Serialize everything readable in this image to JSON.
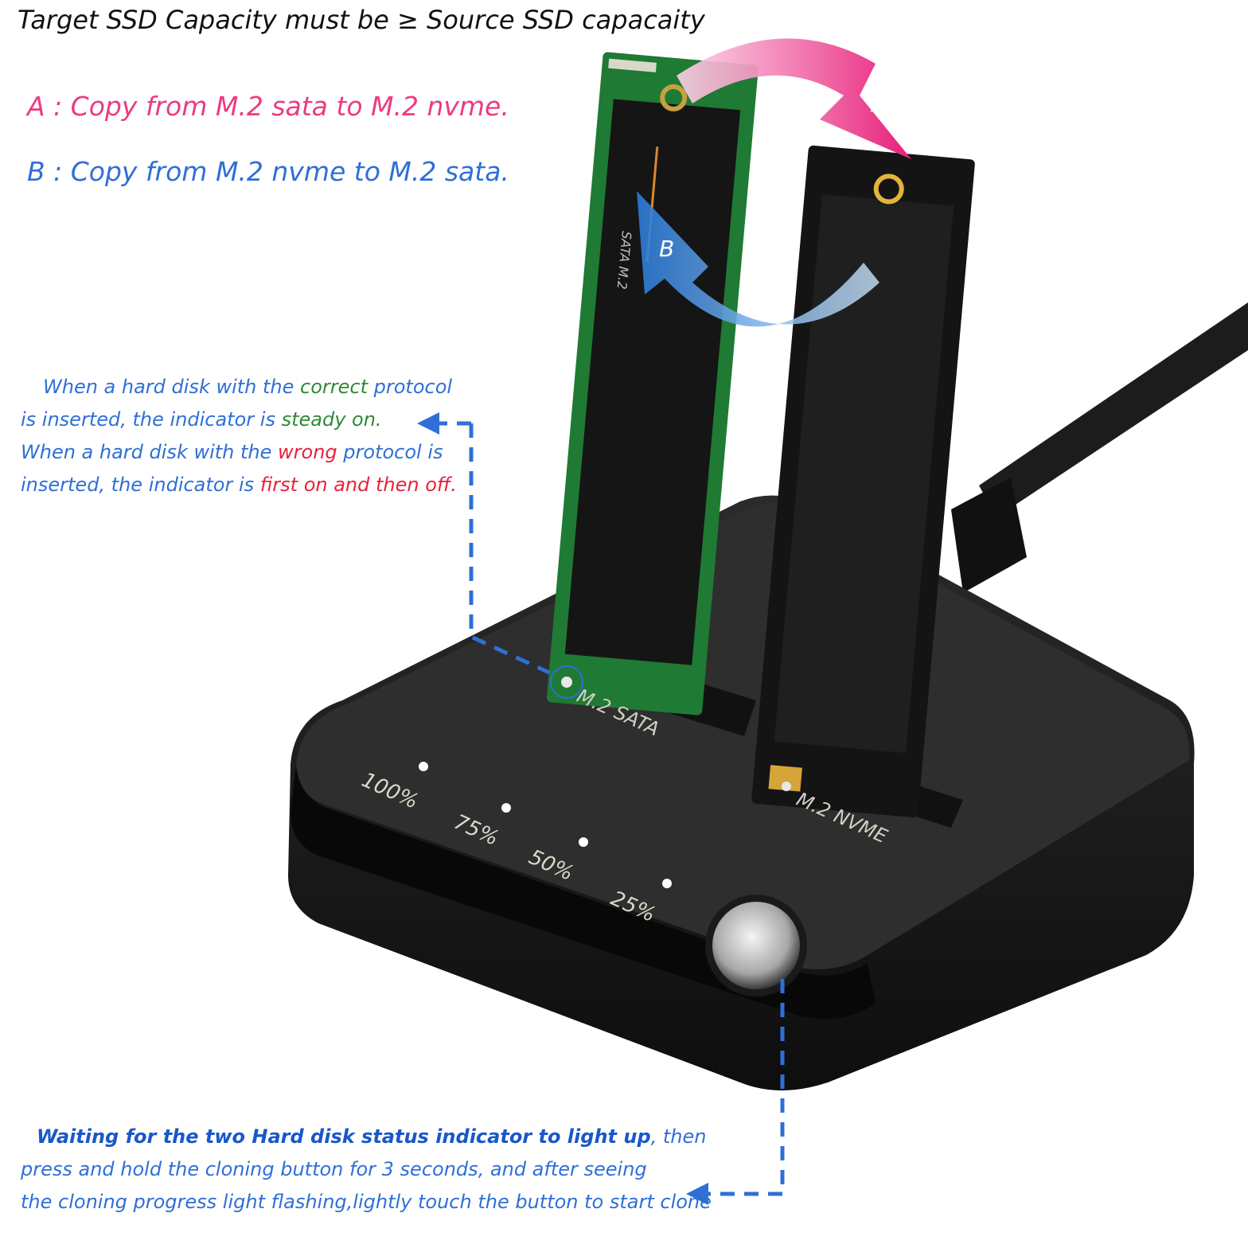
{
  "title": "Target SSD Capacity must be ≥ Source SSD capacaity",
  "modes": {
    "a": {
      "letter": "A",
      "text": "A : Copy from M.2 sata to M.2 nvme."
    },
    "b": {
      "letter": "B",
      "text": "B : Copy from M.2 nvme to M.2 sata."
    }
  },
  "indicator_note": {
    "p1": "When a hard disk with the ",
    "p1_hl": "correct",
    "p2": " protocol",
    "p3": "is inserted, the indicator is ",
    "p3_hl": "steady on.",
    "p4": "When a hard disk with the ",
    "p4_hl": "wrong",
    "p5": " protocol is",
    "p6": "inserted, the indicator is ",
    "p6_hl": "first on and then off."
  },
  "clone_note": {
    "p1_strong": "Waiting for the two Hard disk status indicator to light up",
    "p1_rest": ", then",
    "p2": "press and hold the cloning button for 3 seconds, and after seeing",
    "p3": "the cloning progress light flashing,lightly touch the button to start clone"
  },
  "device": {
    "slot_sata": "M.2 SATA",
    "slot_nvme": "M.2 NVME",
    "sata_ssd_label": "SATA M.2",
    "progress_labels": [
      "100%",
      "75%",
      "50%",
      "25%"
    ]
  },
  "colors": {
    "pink": "#ec3b82",
    "blue": "#2f6fd6",
    "green": "#2f8a34",
    "red": "#e8213a",
    "dark_blue": "#1a58c8"
  }
}
